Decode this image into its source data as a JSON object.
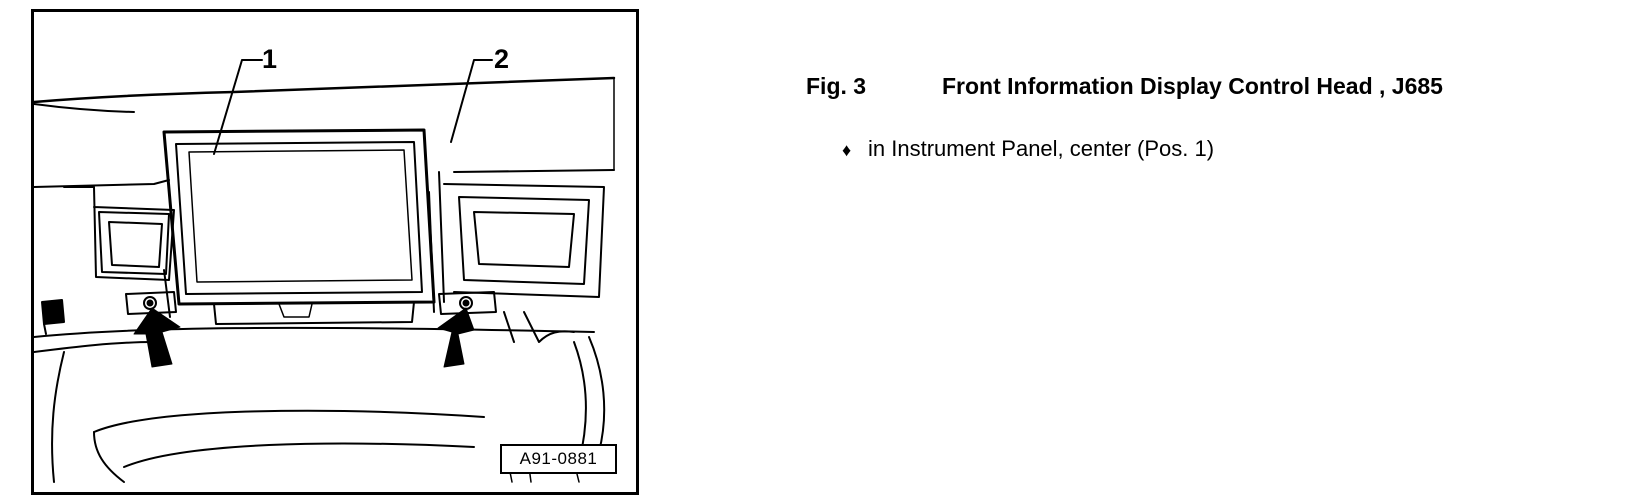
{
  "figure": {
    "callouts": [
      "1",
      "2"
    ],
    "image_code": "A91-0881"
  },
  "caption": {
    "figure_number": "Fig. 3",
    "title": "Front Information Display Control Head , J685"
  },
  "bullets": [
    {
      "marker": "♦",
      "text": "in Instrument Panel, center (Pos. 1)"
    }
  ]
}
